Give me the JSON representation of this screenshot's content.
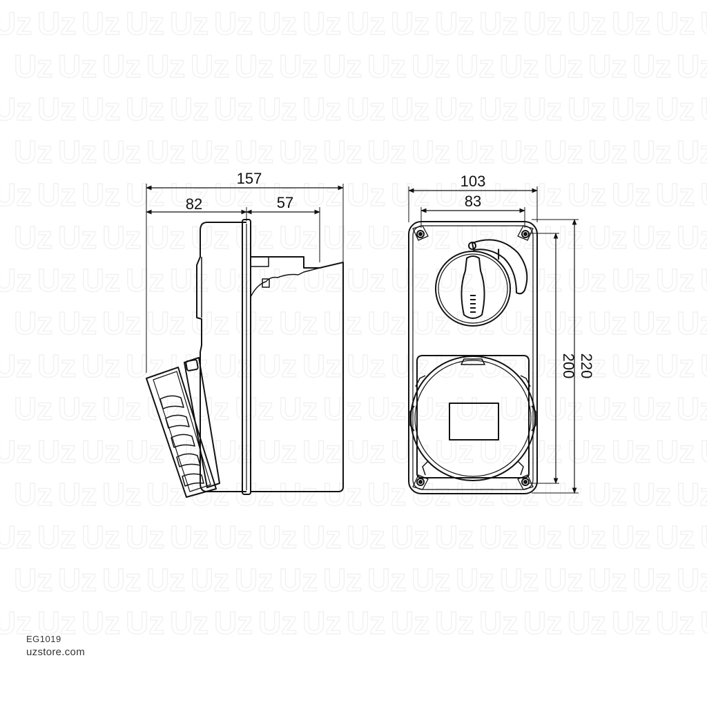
{
  "watermark": {
    "text": "Uz"
  },
  "side_view": {
    "dims": {
      "overall": "157",
      "rear": "82",
      "front": "57"
    }
  },
  "front_view": {
    "dims": {
      "width_outer": "103",
      "width_inner": "83",
      "height_inner": "200",
      "height_outer": "220"
    },
    "switch_mark": "I"
  },
  "footer": {
    "product_code": "EG1019",
    "site": "uzstore.com"
  },
  "colors": {
    "line": "#111111",
    "watermark": "#f1f1f1",
    "background": "#ffffff"
  }
}
